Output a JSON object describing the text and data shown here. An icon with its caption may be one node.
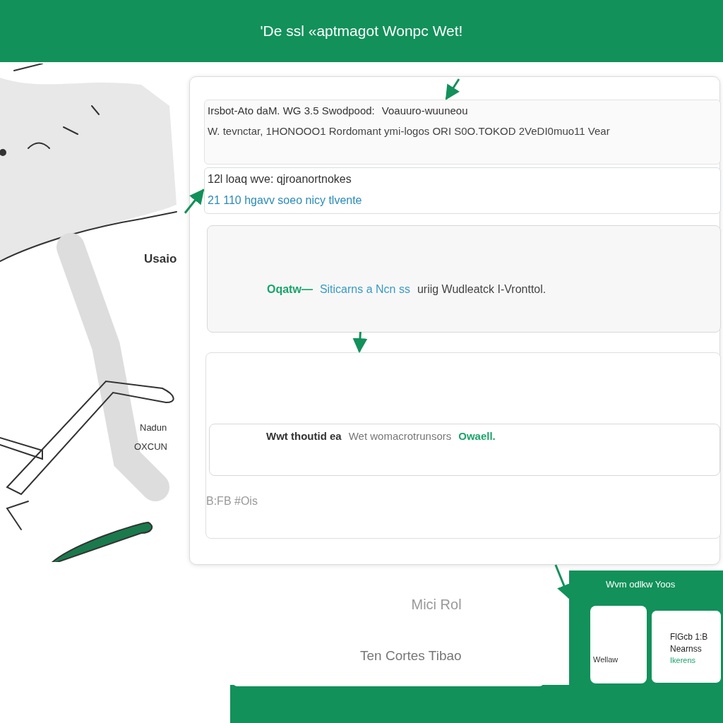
{
  "diagram": {
    "title": "'De ssl «aptmagot Wonpc Wet!",
    "nodes": [
      {
        "text": [],
        "shape": "box"
      },
      {
        "text": [
          "Irsbot-Ato daM. WG 3.5 Swodpood:",
          "Voauuro-wuuneou",
          "W. tevnctar, 1HONOOO1 Rordomant ymi-logos ORI S0O.TOKOD 2VeDI0muo11 Vear"
        ],
        "in": 0
      },
      {
        "text": [
          "12l loaq wve: qjroanortnokes",
          "21 110 hgavv soeo nicy tlvente"
        ],
        "in": 0
      },
      {
        "text": [
          "Oqatw—",
          "Siticarns a Ncn ss",
          "uriig Wudleatck I-Vronttol."
        ],
        "in": 0
      },
      {
        "text": [
          "B:FB #Ois"
        ],
        "in": 0
      },
      {
        "text": [
          "Wwt thoutid ea",
          "Wet womacrotrunsors",
          "Owaell."
        ],
        "in": 4
      },
      {
        "text": [
          "Mici Rol",
          "Ten Cortes Tibao"
        ]
      },
      {
        "text": [
          "Wvm odlkw Yoos"
        ]
      },
      {
        "text": [
          "Wellaw"
        ],
        "in": 7
      },
      {
        "text": [
          "FlGcb 1:B",
          "Nearnss",
          "Ikerens"
        ],
        "in": 7
      },
      {
        "text": [],
        "shape": "picture"
      }
    ],
    "edges": [
      {
        "from": 3,
        "to": 4,
        "arrow": "to"
      },
      {
        "from": null,
        "to": 1,
        "arrow": "to"
      },
      {
        "from": 0,
        "to": 7,
        "arrow": "to"
      },
      {
        "from": 10,
        "to": 2,
        "arrow": "to"
      }
    ],
    "labels": [
      "Usaio",
      "Nadun",
      "OXCUN"
    ]
  }
}
